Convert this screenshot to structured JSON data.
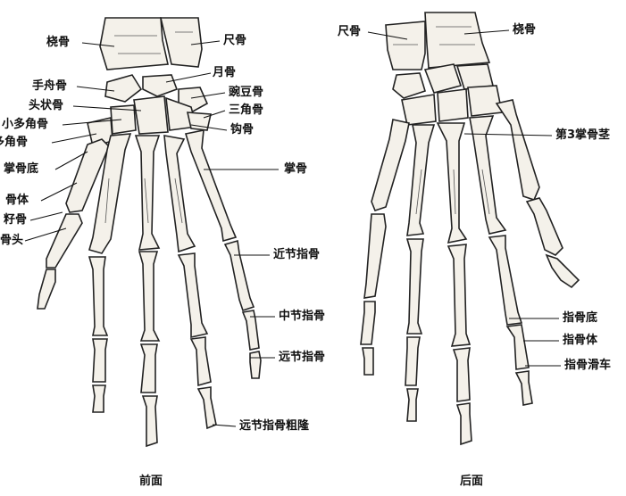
{
  "captions": {
    "front": "前面",
    "back": "后面"
  },
  "front_labels": {
    "radius": "桡骨",
    "ulna": "尺骨",
    "scaphoid": "手舟骨",
    "lunate": "月骨",
    "capitate": "头状骨",
    "pisiform": "豌豆骨",
    "trapezoid": "小多角骨",
    "triquetrum": "三角骨",
    "trapezium": "多角骨",
    "hamate": "钩骨",
    "metacarpal_base": "掌骨底",
    "metacarpal_body": "骨体",
    "sesamoid": "籽骨",
    "metacarpal_head": "骨头",
    "metacarpals": "掌骨",
    "proximal_phalanx": "近节指骨",
    "middle_phalanx": "中节指骨",
    "distal_phalanx": "远节指骨",
    "distal_tuberosity": "远节指骨粗隆"
  },
  "back_labels": {
    "ulna": "尺骨",
    "radius": "桡骨",
    "third_metacarpal_styloid": "第3掌骨茎",
    "phalanx_base": "指骨底",
    "phalanx_body": "指骨体",
    "phalanx_trochlea": "指骨滑车"
  }
}
